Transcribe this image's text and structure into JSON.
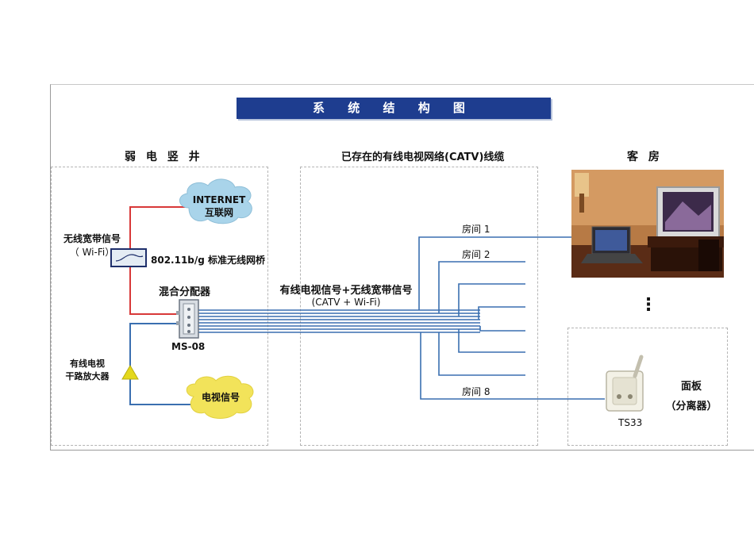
{
  "title": "系 统 结 构 图",
  "sections": {
    "left": "弱 电 竖 井",
    "middle": "已存在的有线电视网络(CATV)线缆",
    "right": "客 房"
  },
  "internet": {
    "line1": "INTERNET",
    "line2": "互联网"
  },
  "tv_signal": "电视信号",
  "wifi_source": {
    "line1": "无线宽带信号",
    "line2": "（ Wi-Fi）"
  },
  "bridge_label": "802.11b/g 标准无线网桥",
  "splitter": {
    "label": "混合分配器",
    "model": "MS-08"
  },
  "amplifier": {
    "line1": "有线电视",
    "line2": "干路放大器"
  },
  "combined_signal": {
    "line1": "有线电视信号+无线宽带信号",
    "line2": "(CATV + Wi-Fi)"
  },
  "rooms": {
    "room1": "房间 1",
    "room2": "房间 2",
    "room8": "房间 8"
  },
  "ellipsis": "⋮",
  "panel": {
    "line1": "面板",
    "line2": "（分离器）",
    "model": "TS33"
  },
  "colors": {
    "title_bg": "#1e3d8f",
    "internet_cloud": "#a9d4ea",
    "tv_cloud": "#f2e35a",
    "red_line": "#d83838",
    "blue_line": "#3a6fb0",
    "amplifier": "#e4d81c"
  }
}
